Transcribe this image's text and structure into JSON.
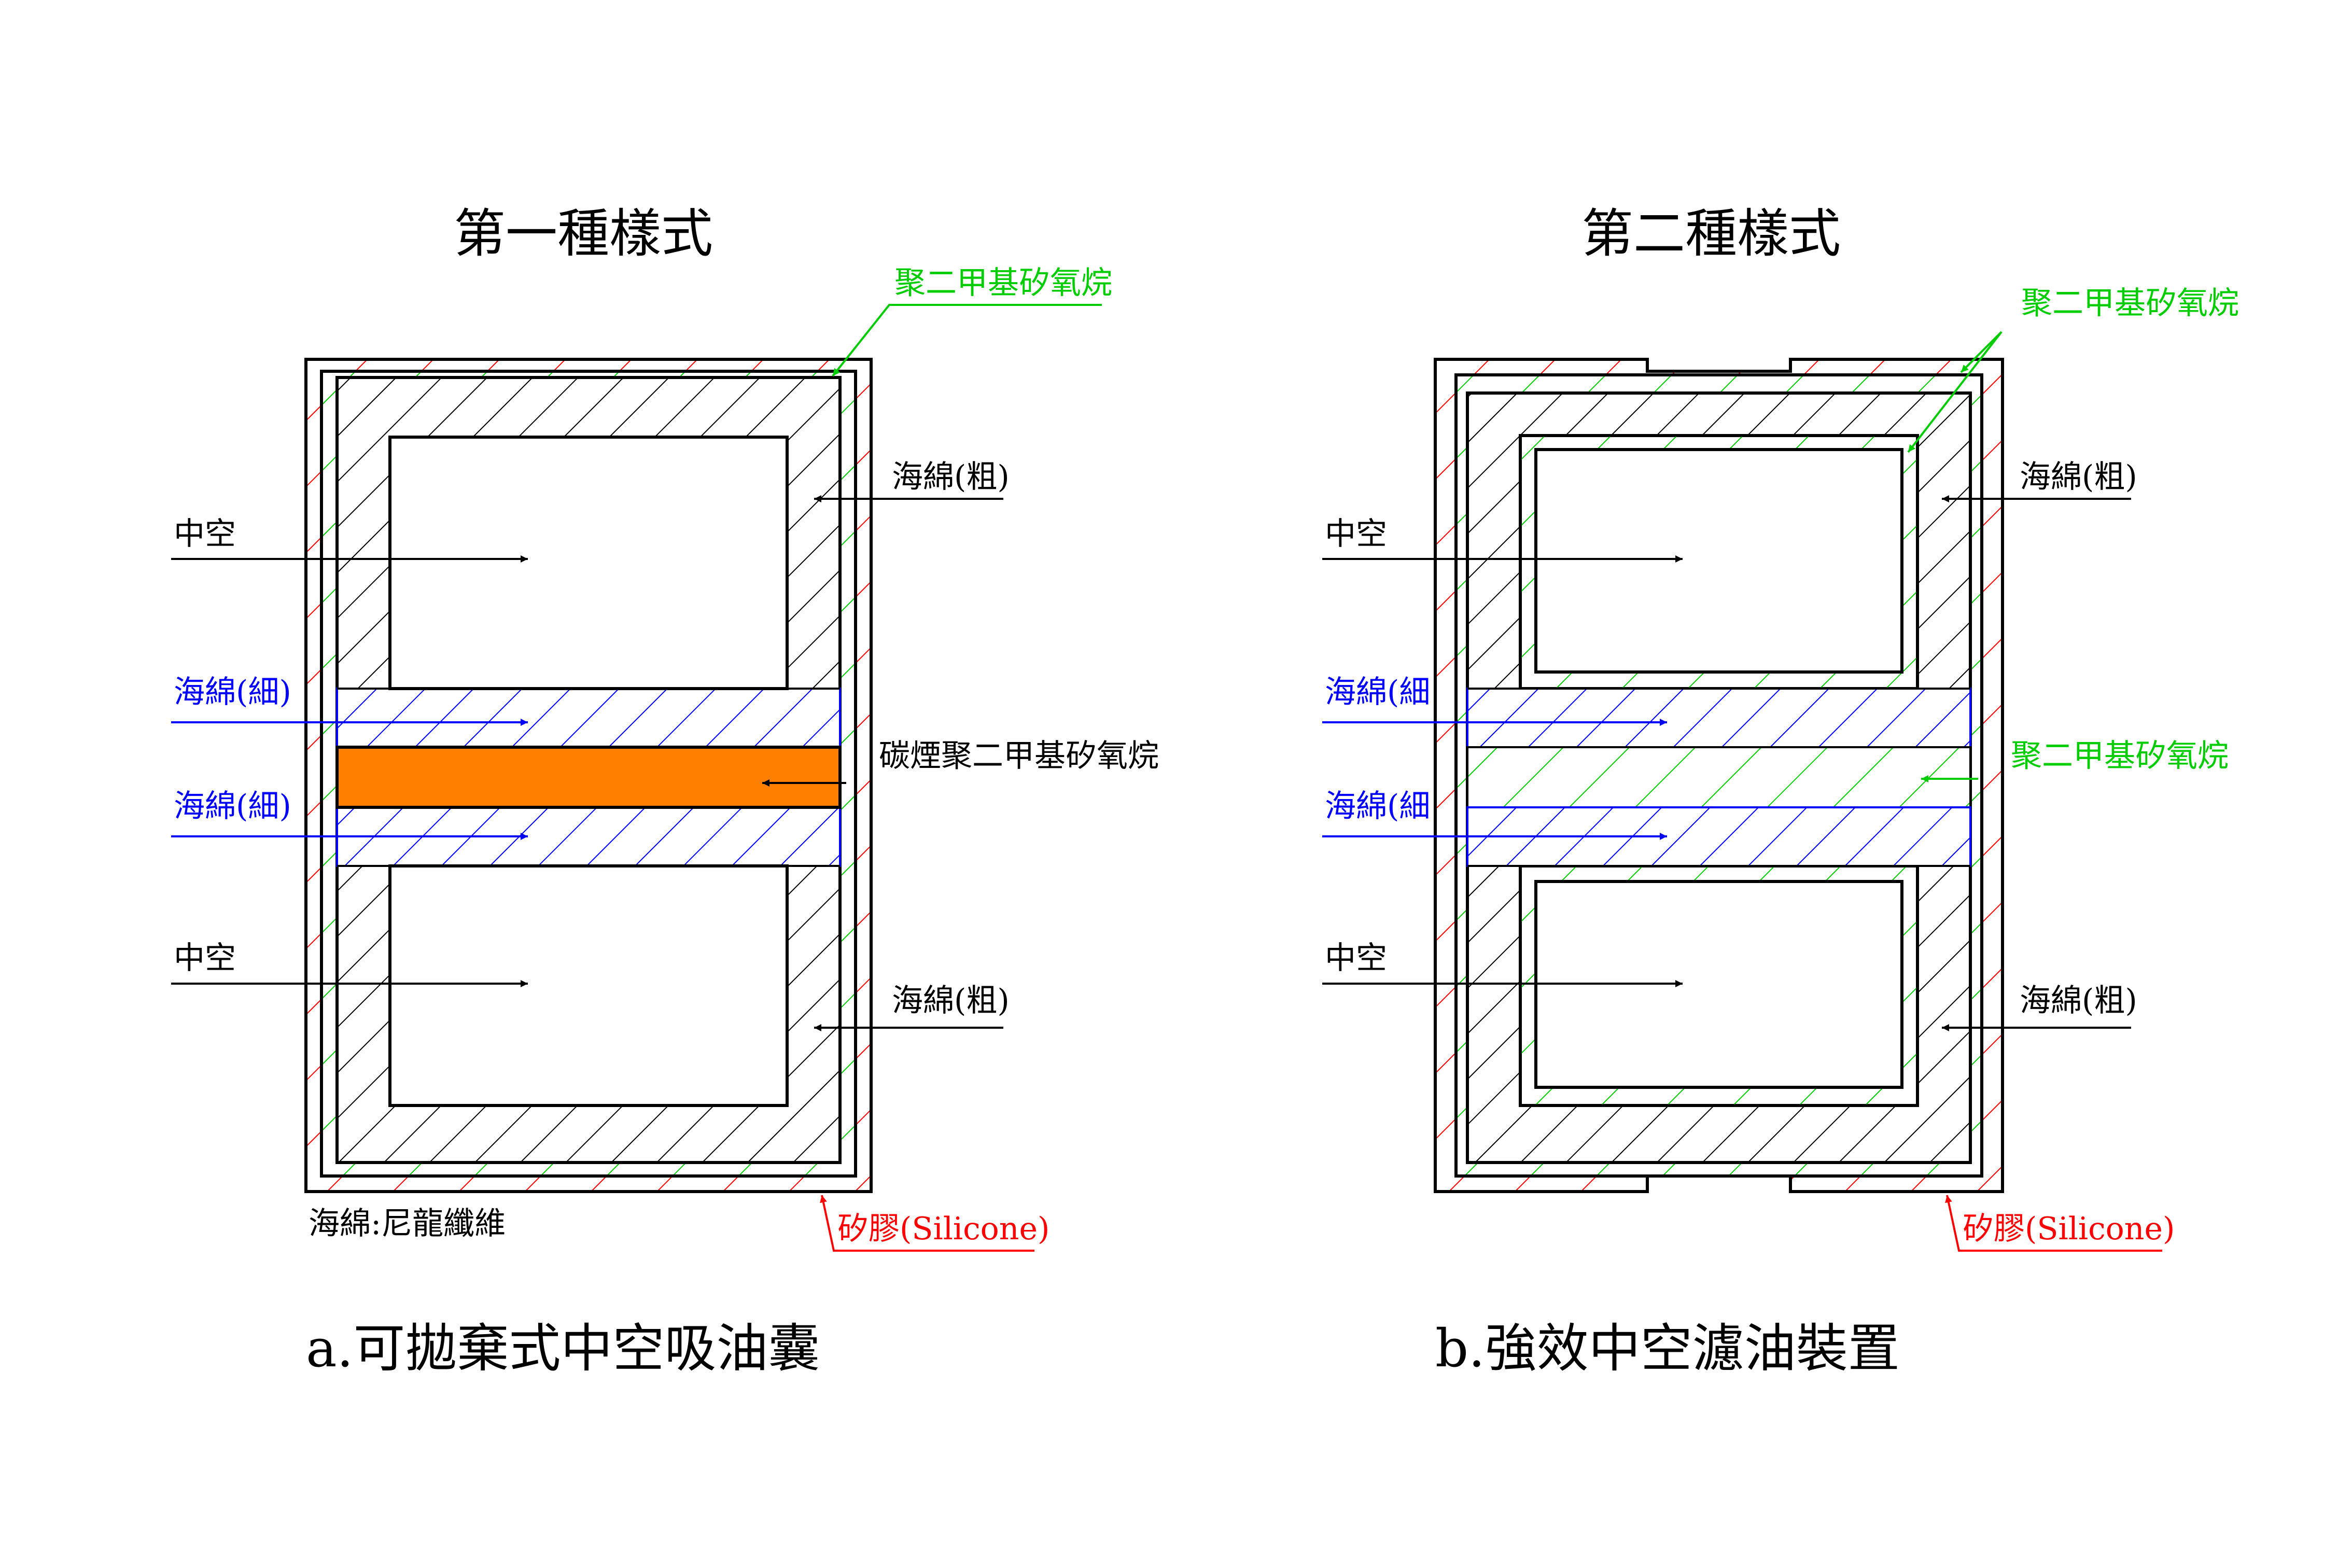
{
  "diagram_a": {
    "title": "第一種樣式",
    "caption": "a.可拋棄式中空吸油囊",
    "labels": {
      "hollow": "中空",
      "coarse_sponge": "海綿(粗)",
      "fine_sponge": "海綿(細)",
      "carbon_pdms": "碳煙聚二甲基矽氧烷",
      "pdms": "聚二甲基矽氧烷",
      "silicone": "矽膠(Silicone)",
      "note": "海綿:尼龍纖維"
    }
  },
  "diagram_b": {
    "title": "第二種樣式",
    "caption": "b.強效中空濾油裝置",
    "labels": {
      "hollow": "中空",
      "coarse_sponge": "海綿(粗)",
      "fine_sponge": "海綿(細",
      "pdms": "聚二甲基矽氧烷",
      "silicone": "矽膠(Silicone)"
    }
  },
  "colors": {
    "outline": "#000000",
    "silicone": "#ff0000",
    "pdms": "#00cc00",
    "fine_sponge": "#0000ff",
    "coarse_sponge": "#000000",
    "carbon_pdms": "#ff8000"
  }
}
